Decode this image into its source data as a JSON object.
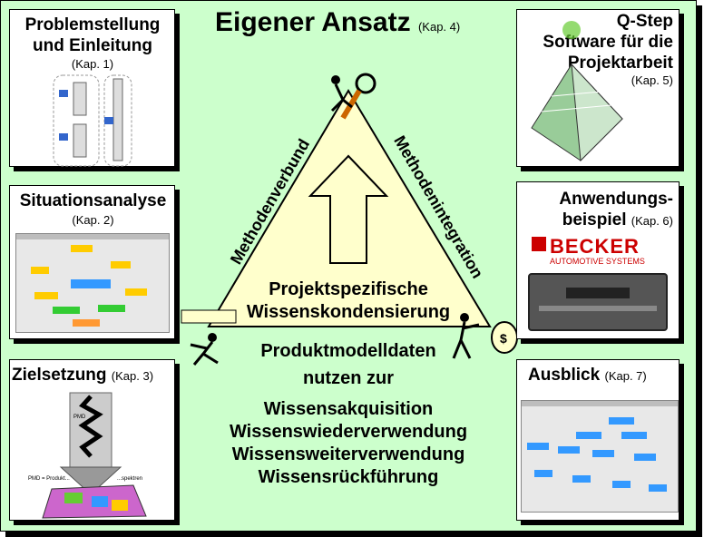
{
  "title": {
    "main": "Eigener Ansatz",
    "kap": "(Kap. 4)"
  },
  "panels": {
    "problem": {
      "line1": "Problemstellung",
      "line2": "und Einleitung",
      "kap": "(Kap. 1)"
    },
    "situation": {
      "title": "Situationsanalyse",
      "kap": "(Kap. 2)"
    },
    "ziel": {
      "title": "Zielsetzung",
      "kap": "(Kap. 3)"
    },
    "qstep": {
      "line1": "Q-Step",
      "line2": "Software für die",
      "line3": "Projektarbeit",
      "kap": "(Kap. 5)"
    },
    "anwendung": {
      "line1": "Anwendungs-",
      "line2": "beispiel",
      "kap": "(Kap. 6)",
      "brand": "BECKER",
      "brand_sub": "AUTOMOTIVE SYSTEMS"
    },
    "ausblick": {
      "title": "Ausblick",
      "kap": "(Kap. 7)"
    }
  },
  "triangle": {
    "left_label": "Methodenverbund",
    "right_label": "Methodenintegration",
    "inner_line1": "Projektspezifische",
    "inner_line2": "Wissenskondensierung"
  },
  "bottom": {
    "line1": "Produktmodelldaten",
    "line2": "nutzen zur",
    "items": [
      "Wissensakquisition",
      "Wissenswiederverwendung",
      "Wissensweiterverwendung",
      "Wissensrückführung"
    ]
  },
  "ziel_graphic": {
    "pmd_label": "PMD",
    "bottom_label": "PMD = Produkt...",
    "right_label": "...spektren"
  },
  "colors": {
    "background": "#ccffcc",
    "triangle": "#ffffcc",
    "becker_red": "#cc0000"
  }
}
